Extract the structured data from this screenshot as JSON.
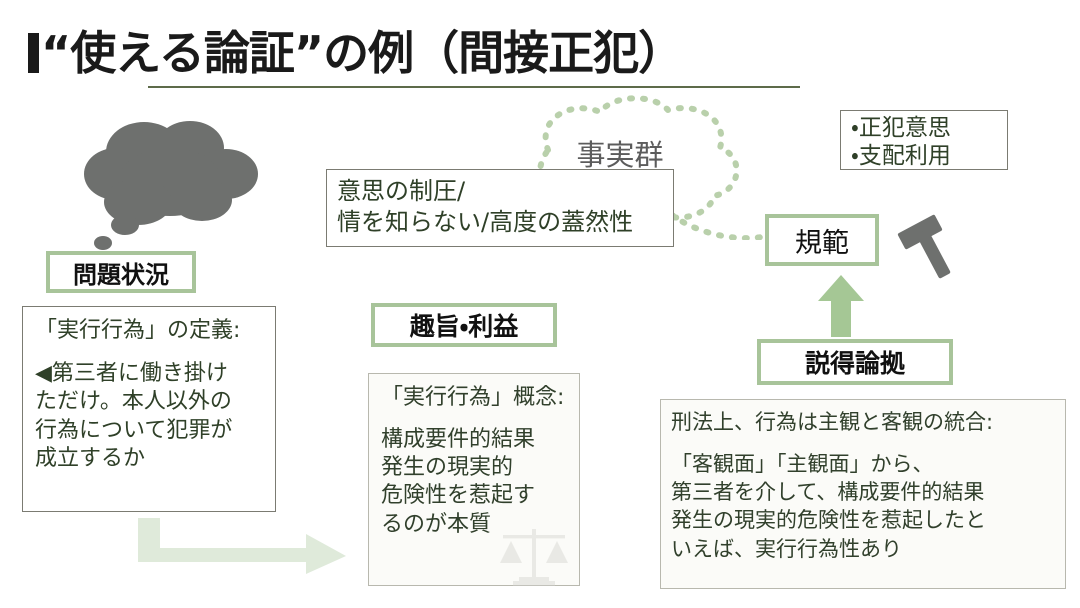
{
  "slide": {
    "title": "“使える論証”の例（間接正犯）",
    "background_color": "#ffffff"
  },
  "colors": {
    "accent_green": "#a8c49a",
    "arrow_green": "#cfe0c6",
    "solid_arrow_green": "#a5c795",
    "title_rule": "#5d6b4a",
    "body_text": "#31402c",
    "cloud_gray": "#6e706e",
    "dotted_cloud": "#b9d0ab"
  },
  "problem": {
    "head_label": "問題状況",
    "body_lines": [
      "「実行行為」の定義:",
      "◀第三者に働き掛け",
      "ただけ。本人以外の",
      "行為について犯罪が",
      "成立するか"
    ],
    "cloud_icon": "thought-cloud-icon"
  },
  "purpose": {
    "head_label": "趣旨・利益",
    "body_lines": [
      "「実行行為」概念:",
      "構成要件的結果",
      "発生の現実的",
      "危険性を惹起す",
      "るのが本質"
    ],
    "watermark_icon": "scales-of-justice-icon"
  },
  "facts": {
    "cloud_label": "事実群",
    "text_lines": [
      "意思の制圧/",
      "情を知らない/高度の蓋然性"
    ]
  },
  "norm": {
    "head_label": "規範",
    "traits": [
      "・正犯意思",
      "・支配利用"
    ],
    "gavel_icon": "gavel-icon"
  },
  "argument": {
    "head_label": "説得論拠",
    "body_lines": [
      "刑法上、行為は主観と客観の統合:",
      "「客観面」「主観面」から、",
      "第三者を介して、構成要件的結果",
      "発生の現実的危険性を惹起したと",
      "いえば、実行行為性あり"
    ]
  },
  "connectors": {
    "elbow_arrow": "elbow-arrow-right-icon",
    "up_arrow": "up-arrow-icon"
  }
}
